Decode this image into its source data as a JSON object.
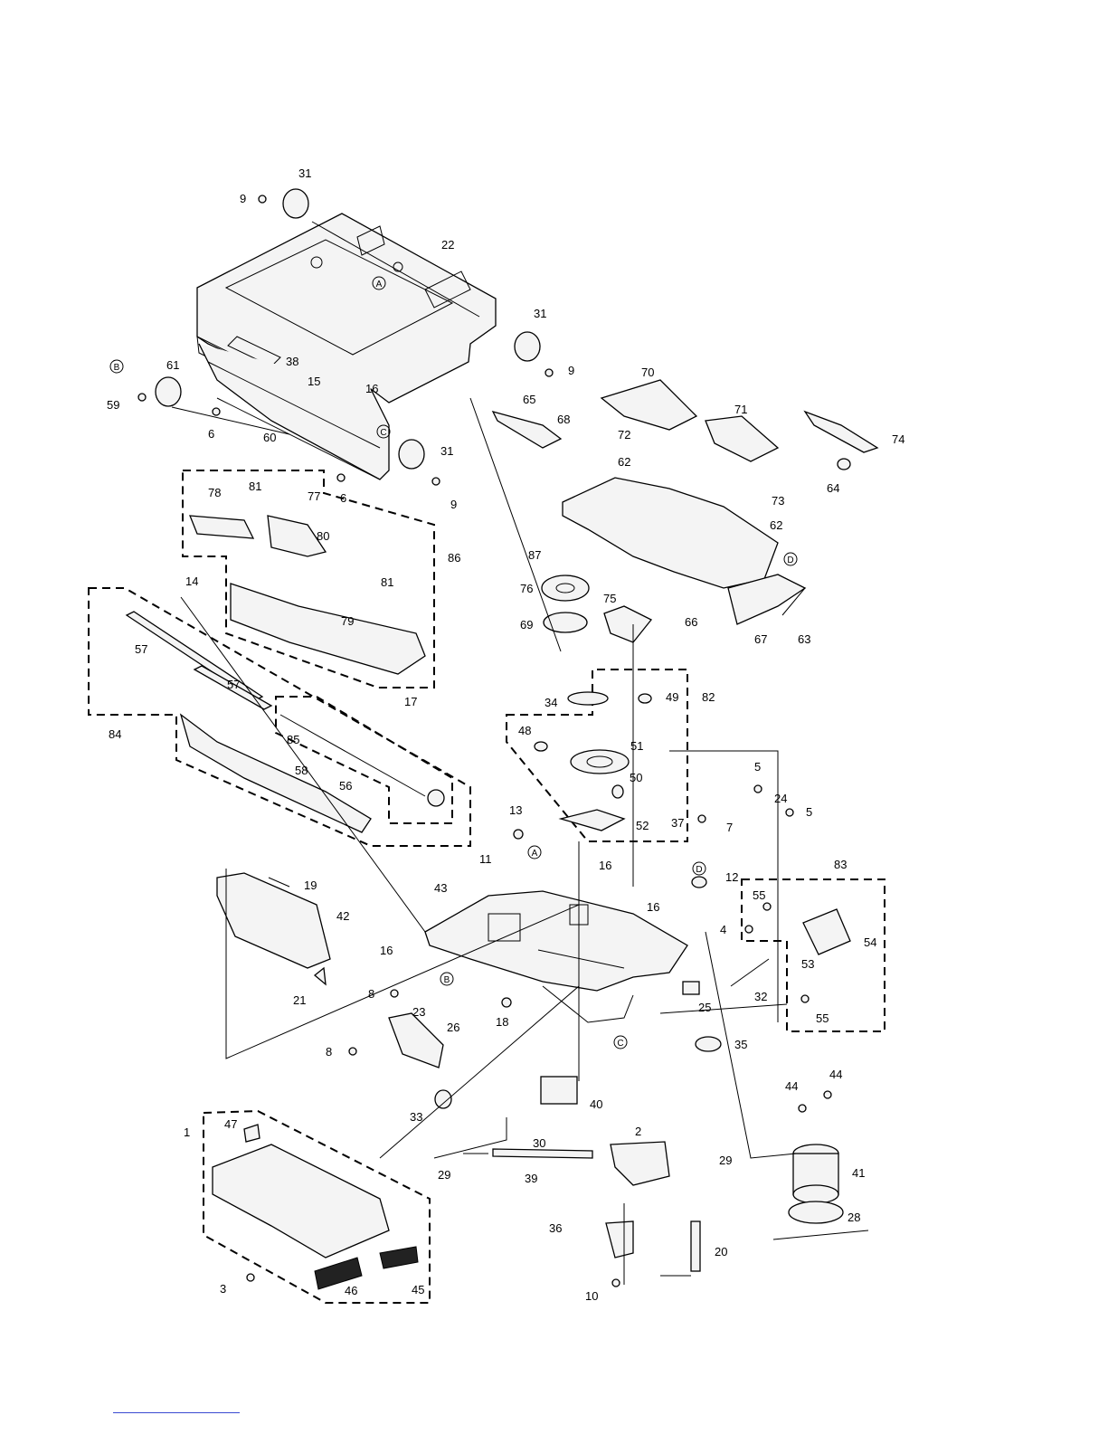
{
  "callouts": [
    {
      "n": "31"
    },
    {
      "n": "9"
    },
    {
      "n": "22"
    },
    {
      "n": "31"
    },
    {
      "n": "9"
    },
    {
      "n": "61"
    },
    {
      "n": "59"
    },
    {
      "n": "38"
    },
    {
      "n": "15"
    },
    {
      "n": "16"
    },
    {
      "n": "6"
    },
    {
      "n": "60"
    },
    {
      "n": "31"
    },
    {
      "n": "6"
    },
    {
      "n": "9"
    },
    {
      "n": "70"
    },
    {
      "n": "65"
    },
    {
      "n": "68"
    },
    {
      "n": "72"
    },
    {
      "n": "62"
    },
    {
      "n": "71"
    },
    {
      "n": "74"
    },
    {
      "n": "64"
    },
    {
      "n": "73"
    },
    {
      "n": "62"
    },
    {
      "n": "87"
    },
    {
      "n": "76"
    },
    {
      "n": "69"
    },
    {
      "n": "75"
    },
    {
      "n": "66"
    },
    {
      "n": "67"
    },
    {
      "n": "63"
    },
    {
      "n": "81"
    },
    {
      "n": "78"
    },
    {
      "n": "77"
    },
    {
      "n": "80"
    },
    {
      "n": "86"
    },
    {
      "n": "81"
    },
    {
      "n": "14"
    },
    {
      "n": "79"
    },
    {
      "n": "17"
    },
    {
      "n": "57"
    },
    {
      "n": "57"
    },
    {
      "n": "84"
    },
    {
      "n": "85"
    },
    {
      "n": "58"
    },
    {
      "n": "56"
    },
    {
      "n": "34"
    },
    {
      "n": "49"
    },
    {
      "n": "82"
    },
    {
      "n": "48"
    },
    {
      "n": "51"
    },
    {
      "n": "50"
    },
    {
      "n": "52"
    },
    {
      "n": "5"
    },
    {
      "n": "24"
    },
    {
      "n": "5"
    },
    {
      "n": "37"
    },
    {
      "n": "7"
    },
    {
      "n": "13"
    },
    {
      "n": "11"
    },
    {
      "n": "16"
    },
    {
      "n": "12"
    },
    {
      "n": "16"
    },
    {
      "n": "83"
    },
    {
      "n": "55"
    },
    {
      "n": "4"
    },
    {
      "n": "54"
    },
    {
      "n": "53"
    },
    {
      "n": "32"
    },
    {
      "n": "55"
    },
    {
      "n": "19"
    },
    {
      "n": "42"
    },
    {
      "n": "43"
    },
    {
      "n": "16"
    },
    {
      "n": "21"
    },
    {
      "n": "25"
    },
    {
      "n": "8"
    },
    {
      "n": "23"
    },
    {
      "n": "26"
    },
    {
      "n": "18"
    },
    {
      "n": "35"
    },
    {
      "n": "8"
    },
    {
      "n": "33"
    },
    {
      "n": "40"
    },
    {
      "n": "1"
    },
    {
      "n": "47"
    },
    {
      "n": "30"
    },
    {
      "n": "2"
    },
    {
      "n": "44"
    },
    {
      "n": "44"
    },
    {
      "n": "29"
    },
    {
      "n": "39"
    },
    {
      "n": "29"
    },
    {
      "n": "41"
    },
    {
      "n": "28"
    },
    {
      "n": "36"
    },
    {
      "n": "20"
    },
    {
      "n": "3"
    },
    {
      "n": "46"
    },
    {
      "n": "45"
    },
    {
      "n": "10"
    }
  ],
  "reference_marks": [
    {
      "letter": "A"
    },
    {
      "letter": "B"
    },
    {
      "letter": "C"
    },
    {
      "letter": "D"
    },
    {
      "letter": "A"
    },
    {
      "letter": "D"
    },
    {
      "letter": "B"
    },
    {
      "letter": "C"
    }
  ]
}
